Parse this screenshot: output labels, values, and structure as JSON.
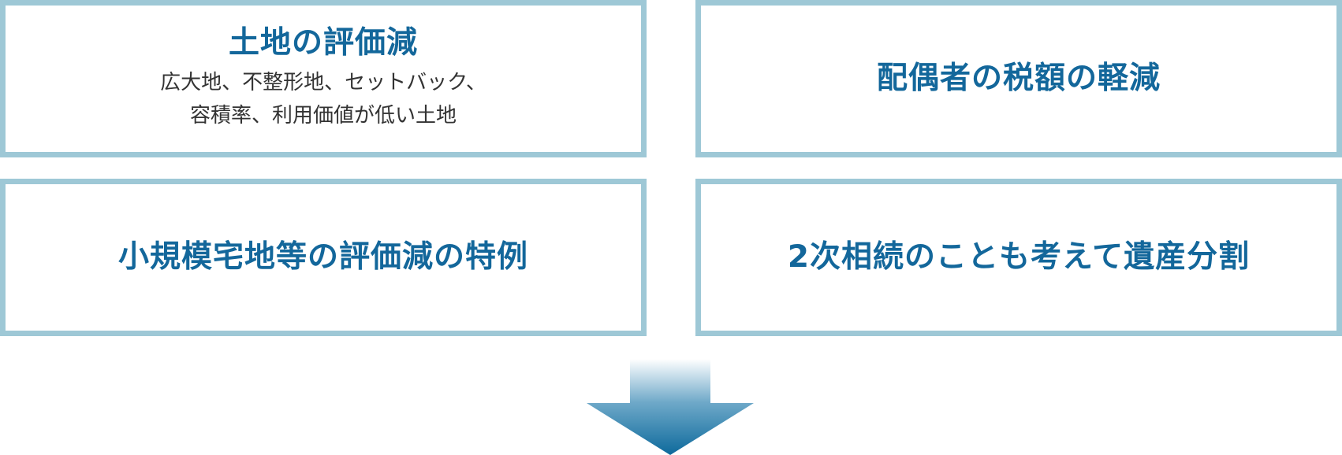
{
  "boxes": {
    "top_left": {
      "title": "土地の評価減",
      "sub_line1": "広大地、不整形地、セットバック、",
      "sub_line2": "容積率、利用価値が低い土地"
    },
    "top_right": {
      "title": "配偶者の税額の軽減"
    },
    "bottom_left": {
      "title": "小規模宅地等の評価減の特例"
    },
    "bottom_right": {
      "title": "2次相続のことも考えて遺産分割"
    }
  },
  "colors": {
    "title_text": "#13679b",
    "box_border": "#9ec8d6",
    "arrow_top": "#ffffff",
    "arrow_bottom": "#0e6a9c"
  },
  "arrow": {
    "icon": "down-arrow-icon"
  }
}
